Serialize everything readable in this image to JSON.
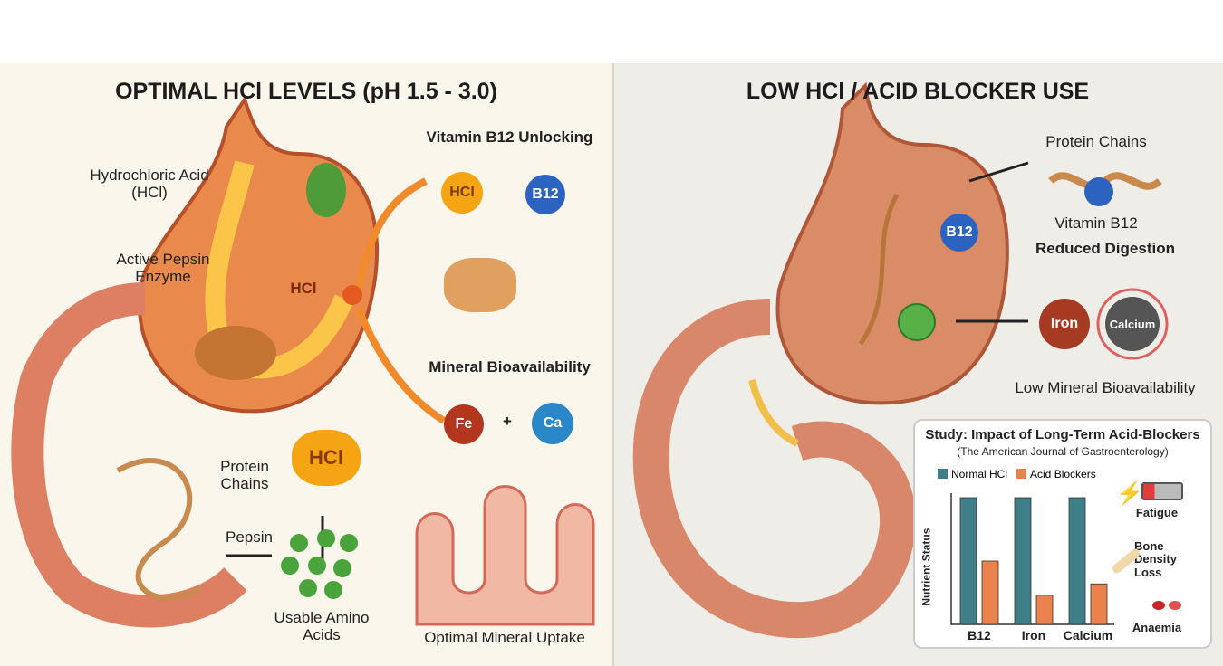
{
  "left": {
    "title": "OPTIMAL HCl LEVELS (pH 1.5 - 3.0)",
    "labels": {
      "hcl": "Hydrochloric Acid (HCl)",
      "pepsin_enzyme": "Active Pepsin Enzyme",
      "stomach_hcl": "HCl",
      "b12_title": "Vitamin B12 Unlocking",
      "hcl_badge": "HCl",
      "b12_badge": "B12",
      "mineral_title": "Mineral Bioavailability",
      "fe": "Fe",
      "plus": "+",
      "ca": "Ca",
      "protein": "Protein Chains",
      "pepsin": "Pepsin",
      "hcl_big": "HCl",
      "amino": "Usable Amino Acids",
      "uptake": "Optimal Mineral Uptake"
    }
  },
  "right": {
    "title": "LOW HCl / ACID BLOCKER USE",
    "labels": {
      "protein": "Protein Chains",
      "b12_badge": "B12",
      "vitb12": "Vitamin B12",
      "reduced": "Reduced Digestion",
      "iron": "Iron",
      "calcium": "Calcium",
      "low_mineral": "Low Mineral Bioavailability"
    },
    "side_effects": [
      "Fatigue",
      "Bone Density Loss",
      "Anaemia"
    ]
  },
  "chart_data": {
    "type": "bar",
    "title": "Study: Impact of Long-Term Acid-Blockers",
    "subtitle": "(The American Journal of Gastroenterology)",
    "ylabel": "Nutrient Status",
    "xlabel": "",
    "categories": [
      "B12",
      "Iron",
      "Calcium"
    ],
    "ylim": [
      0,
      100
    ],
    "series": [
      {
        "name": "Normal HCl",
        "color": "#3f8088",
        "values": [
          100,
          100,
          100
        ]
      },
      {
        "name": "Acid Blockers",
        "color": "#e9824d",
        "values": [
          50,
          23,
          32
        ]
      }
    ],
    "legend": "top-left"
  }
}
